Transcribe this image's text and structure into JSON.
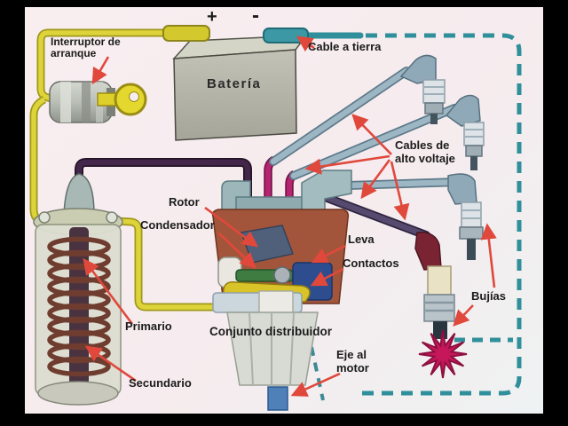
{
  "diagram": {
    "subject": "automotive ignition system schematic",
    "background_color": "#f7ecef",
    "frame_color": "#000000",
    "labels": {
      "interruptor": "Interruptor de\narranque",
      "bateria": "Batería",
      "positive": "+",
      "negative": "-",
      "cable_tierra": "Cable a tierra",
      "cables_alto_voltaje": "Cables de\nalto voltaje",
      "rotor": "Rotor",
      "condensador": "Condensador",
      "leva": "Leva",
      "contactos": "Contactos",
      "primario": "Primario",
      "secundario": "Secundario",
      "conjunto_distribuidor": "Conjunto distribuidor",
      "eje_al_motor": "Eje al\nmotor",
      "bujias": "Bujías"
    },
    "colors": {
      "wire_yellow": "#d9cf2e",
      "ground_teal": "#2f8f9a",
      "hv_cable_gray": "#93acba",
      "coil_hv_wire_purple": "#3c2342",
      "rotor_wire_magenta": "#b3266f",
      "annotation_red": "#e0483c",
      "spark_magenta": "#c5175a",
      "battery_gray": "#b5b5aa",
      "distributor_brown": "#a2553b",
      "key_yellow": "#e4d82e"
    }
  }
}
